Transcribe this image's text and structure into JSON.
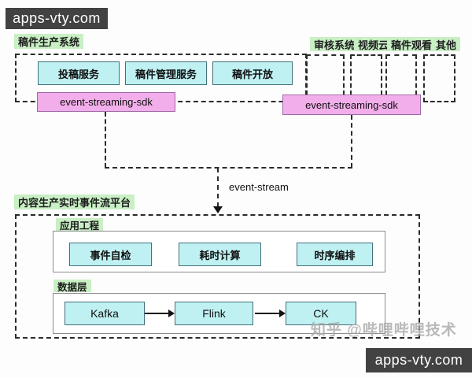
{
  "watermarks": {
    "top_badge": "apps-vty.com",
    "bottom_badge": "apps-vty.com",
    "credit": "知乎 @哔哩哔哩技术"
  },
  "producer_system": {
    "label": "稿件生产系统",
    "services": [
      "投稿服务",
      "稿件管理服务",
      "稿件开放"
    ],
    "sdk_label": "event-streaming-sdk"
  },
  "consumer_systems": {
    "labels": [
      "审核系统",
      "视频云",
      "稿件观看",
      "其他"
    ],
    "sdk_label": "event-streaming-sdk"
  },
  "connector": {
    "label": "event-stream"
  },
  "platform": {
    "label": "内容生产实时事件流平台",
    "app_layer": {
      "label": "应用工程",
      "modules": [
        "事件自检",
        "耗时计算",
        "时序编排"
      ]
    },
    "data_layer": {
      "label": "数据层",
      "components": [
        "Kafka",
        "Flink",
        "CK"
      ]
    }
  },
  "colors": {
    "cyan_fill": "#bff0f2",
    "pink_fill": "#f2aeea",
    "green_label": "#c9efc4",
    "badge_bg": "#424242",
    "dash": "#2b2b2b"
  }
}
